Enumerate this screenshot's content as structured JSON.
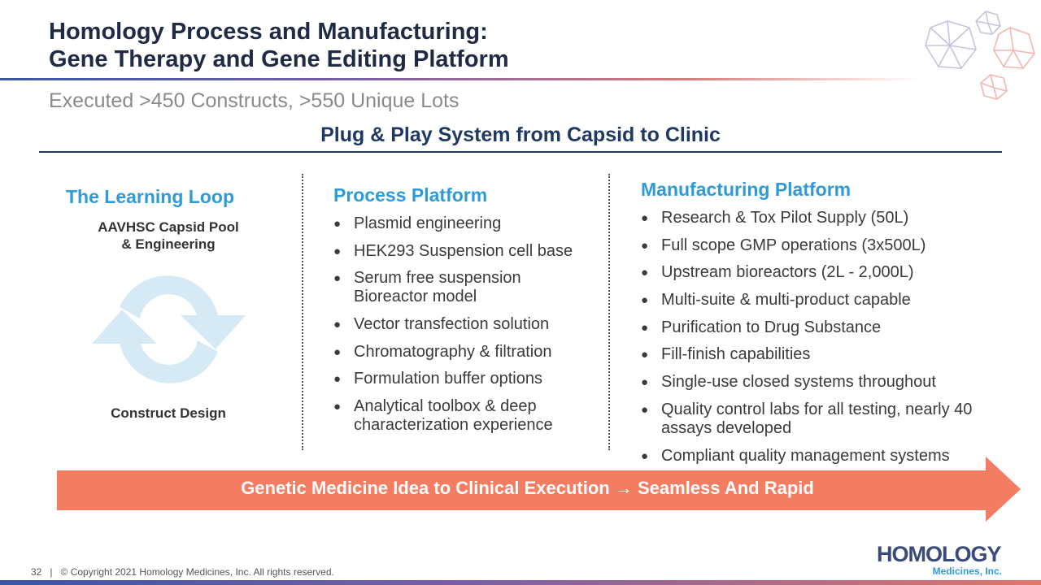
{
  "header": {
    "title_line1": "Homology Process and Manufacturing:",
    "title_line2": "Gene Therapy and Gene Editing Platform",
    "subtitle": "Executed >450 Constructs, >550 Unique Lots",
    "banner_heading": "Plug & Play System from Capsid to Clinic"
  },
  "learning_loop": {
    "heading": "The Learning Loop",
    "top_label_line1": "AAVHSC Capsid Pool",
    "top_label_line2": "& Engineering",
    "bottom_label": "Construct Design",
    "icon": "cycle-arrows-icon"
  },
  "process_platform": {
    "heading": "Process Platform",
    "items": [
      "Plasmid engineering",
      "HEK293 Suspension cell base",
      "Serum free suspension Bioreactor model",
      "Vector transfection solution",
      "Chromatography & filtration",
      "Formulation buffer options",
      "Analytical toolbox & deep characterization experience"
    ]
  },
  "manufacturing_platform": {
    "heading": "Manufacturing Platform",
    "items": [
      "Research & Tox Pilot Supply (50L)",
      "Full scope GMP operations (3x500L)",
      "Upstream bioreactors (2L - 2,000L)",
      "Multi-suite & multi-product capable",
      "Purification to Drug Substance",
      "Fill-finish capabilities",
      "Single-use closed systems throughout",
      "Quality control labs for all testing, nearly 40 assays developed",
      "Compliant quality management systems"
    ]
  },
  "arrow": {
    "text_prefix": "Genetic Medicine Idea to Clinical Execution",
    "arrow_symbol": "→",
    "text_suffix": "Seamless And Rapid"
  },
  "footer": {
    "page_number": "32",
    "separator": "|",
    "copyright": "© Copyright 2021 Homology Medicines, Inc. All rights reserved."
  },
  "logo": {
    "wordmark": "HOMOLOGY",
    "tagline": "Medicines, Inc."
  },
  "colors": {
    "title": "#1f2a44",
    "heading_blue": "#2e9bd6",
    "arrow_fill": "#f47c60",
    "loop_fill": "#d6eaf6"
  }
}
